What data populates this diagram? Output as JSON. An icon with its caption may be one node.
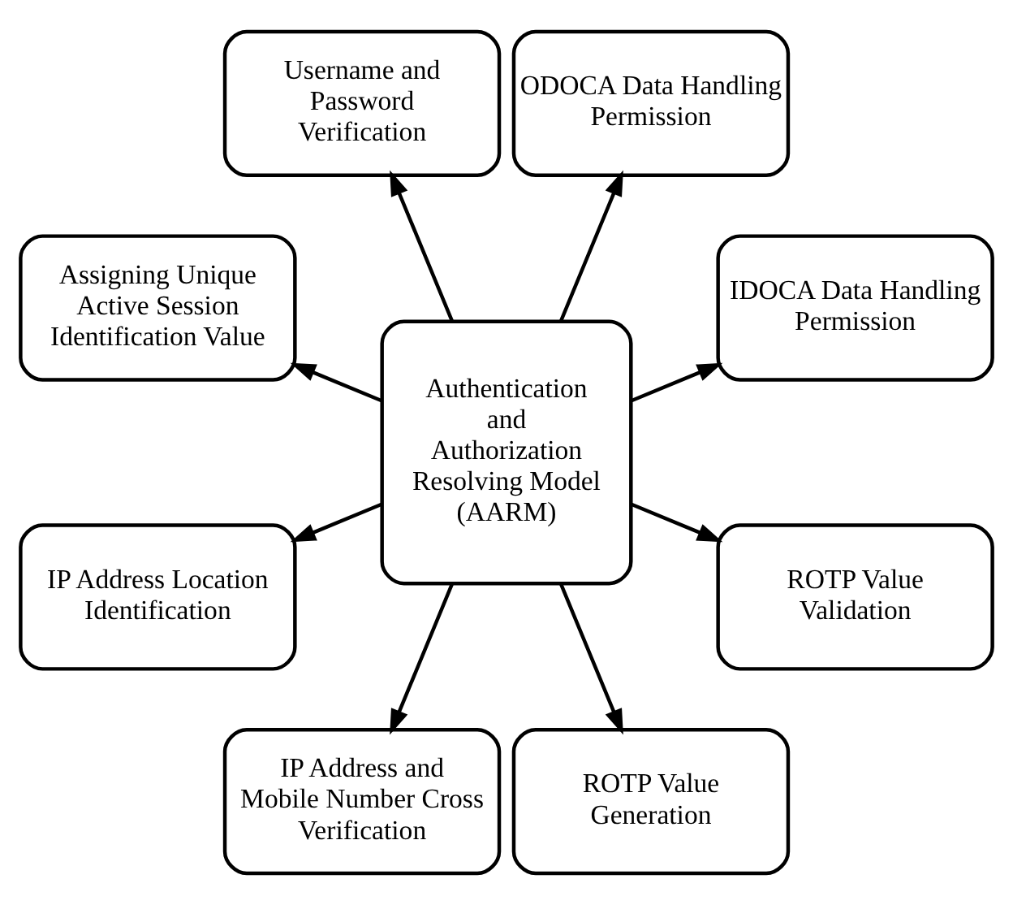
{
  "diagram": {
    "nodes": [
      {
        "text": [
          "IDOCA Data Handling Permission"
        ]
      },
      {
        "text": [
          "ODOCA Data Handling Permission"
        ]
      },
      {
        "text": [
          "Username and Password Verification"
        ]
      },
      {
        "text": [
          "Authentication and Authorization Resolving Model (AARM)"
        ]
      },
      {
        "text": [
          "Assigning Unique Active Session Identification Value"
        ]
      },
      {
        "text": [
          "IP Address Location Identification"
        ]
      },
      {
        "text": [
          "IP Address and Mobile Number Cross Verification"
        ]
      },
      {
        "text": [
          "ROTP Value Generation"
        ]
      },
      {
        "text": [
          "ROTP Value Validation"
        ]
      }
    ],
    "edges": [
      {
        "from": 3,
        "to": 0,
        "arrow": "to"
      },
      {
        "from": 3,
        "to": 1,
        "arrow": "to"
      },
      {
        "from": 3,
        "to": 2,
        "arrow": "to"
      },
      {
        "from": 3,
        "to": 4,
        "arrow": "to"
      },
      {
        "from": 3,
        "to": 5,
        "arrow": "to"
      },
      {
        "from": 3,
        "to": 6,
        "arrow": "to"
      },
      {
        "from": 3,
        "to": 7,
        "arrow": "to"
      },
      {
        "from": 3,
        "to": 8,
        "arrow": "to"
      }
    ]
  }
}
